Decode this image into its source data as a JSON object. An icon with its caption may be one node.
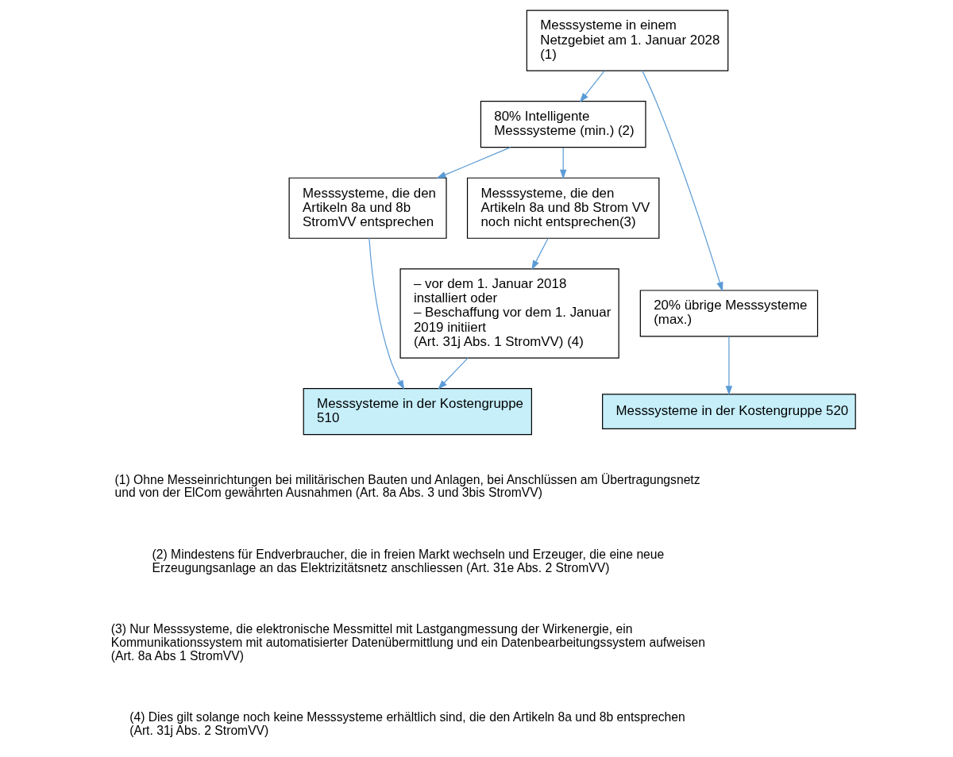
{
  "diagram": {
    "nodes": [
      {
        "text": [
          "Messsysteme in einem Netzgebiet am 1. Januar 2028 (1)"
        ]
      },
      {
        "text": [
          "80% Intelligente Messsysteme (min.) (2)"
        ]
      },
      {
        "text": [
          "20% übrige Messsysteme (max.)"
        ]
      },
      {
        "text": [
          "Messsysteme, die den Artikeln 8a und 8b StromVV entsprechen"
        ]
      },
      {
        "text": [
          "Messsysteme, die den Artikeln 8a und 8b Strom VV noch nicht entsprechen(3)"
        ]
      },
      {
        "text": [
          "– vor dem 1. Januar 2018 installiert oder",
          "– Beschaffung vor dem 1. Januar 2019 initiiert",
          "(Art. 31j Abs. 1 StromVV) (4)"
        ]
      },
      {
        "text": [
          "Messsysteme in der Kostengruppe 510"
        ]
      },
      {
        "text": [
          "Messsysteme in der Kostengruppe 520"
        ]
      }
    ],
    "edges": [
      {
        "from": 0,
        "to": 1,
        "arrow": "to"
      },
      {
        "from": 0,
        "to": 2,
        "arrow": "to"
      },
      {
        "from": 1,
        "to": 3,
        "arrow": "to"
      },
      {
        "from": 1,
        "to": 4,
        "arrow": "to"
      },
      {
        "from": 4,
        "to": 5,
        "arrow": "to"
      },
      {
        "from": 3,
        "to": 6,
        "arrow": "to"
      },
      {
        "from": 5,
        "to": 6,
        "arrow": "to"
      },
      {
        "from": 2,
        "to": 7,
        "arrow": "to"
      }
    ],
    "labels": [
      "(1) Ohne Messeinrichtungen bei militärischen Bauten und Anlagen, bei Anschlüssen am Übertragungsnetz und von der ElCom gewährten Ausnahmen (Art. 8a Abs. 3 und 3bis StromVV)",
      "(2) Mindestens für Endverbraucher, die in freien Markt wechseln und Erzeuger, die eine neue Erzeugungsanlage an das Elektrizitätsnetz anschliessen (Art. 31e Abs. 2 StromVV)",
      "(3) Nur Messsysteme, die elektronische Messmittel mit Lastgangmessung der Wirkenergie, ein Kommunikationssystem mit automatisierter Datenübermittlung und ein Datenbearbeitungssystem aufweisen (Art. 8a Abs 1 StromVV)",
      "(4) Dies gilt solange noch keine Messsysteme erhältlich sind, die den Artikeln 8a und 8b entsprechen (Art. 31j Abs. 2 StromVV)"
    ]
  }
}
